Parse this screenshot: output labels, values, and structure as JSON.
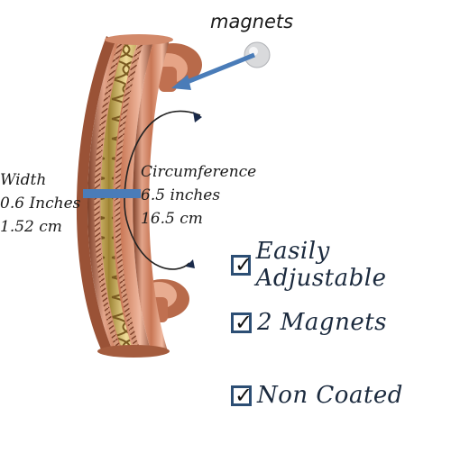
{
  "annotations": {
    "magnets_label": "magnets",
    "width": {
      "line1": "Width",
      "line2": "0.6 Inches",
      "line3": "1.52 cm"
    },
    "circumference": {
      "line1": "Circumference",
      "line2": "6.5 inches",
      "line3": "16.5 cm"
    }
  },
  "features": [
    {
      "label": "Easily Adjustable",
      "checked": true,
      "check_glyph": "✓"
    },
    {
      "label": "2 Magnets",
      "checked": true,
      "check_glyph": "✓"
    },
    {
      "label": "Non Coated",
      "checked": true,
      "check_glyph": "✓"
    }
  ],
  "colors": {
    "copper": "#c9785a",
    "copper_dark": "#8a4a32",
    "brass": "#d8c078",
    "arrow_blue": "#4a7cb8",
    "checkbox_border": "#2c4e74"
  },
  "icons": {
    "magnet_disc": "magnet-disc-icon",
    "pointer_arrow": "arrow-icon",
    "circumference_arc": "circular-arrow-icon",
    "checkbox": "checkbox-checked-icon"
  }
}
